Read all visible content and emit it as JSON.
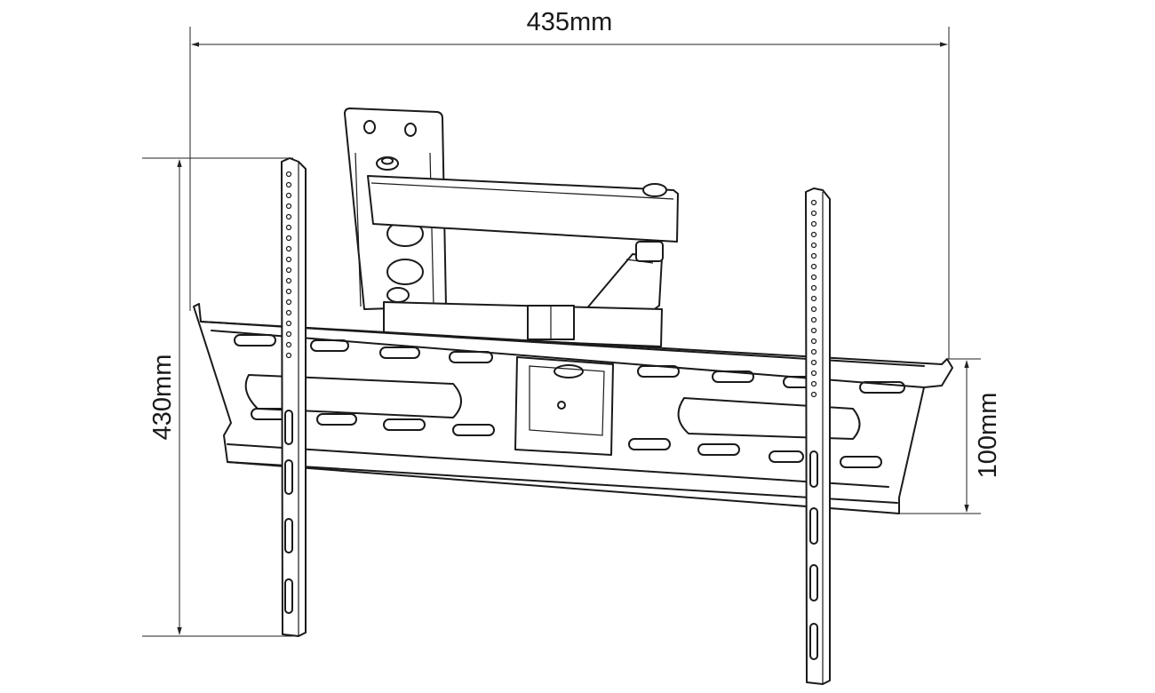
{
  "dimensions": {
    "width_label": "435mm",
    "height_label": "430mm",
    "depth_label": "100mm"
  },
  "colors": {
    "line": "#1a1a1a",
    "background": "#ffffff"
  }
}
